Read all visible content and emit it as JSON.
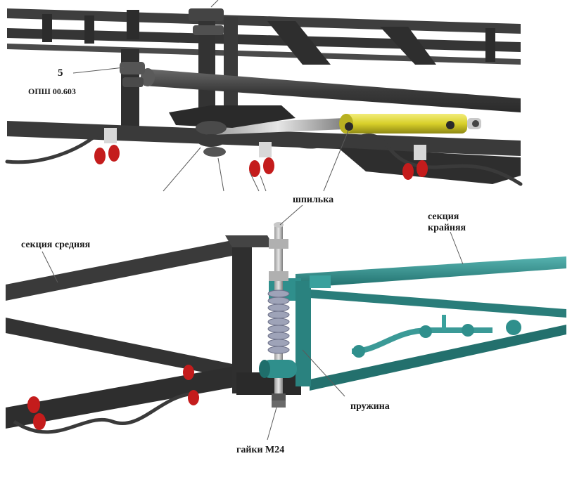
{
  "top_view": {
    "label_number": "5",
    "label_code": "ОПШ 00.603"
  },
  "bottom_view": {
    "label_pin": "шпилька",
    "label_middle": "секция средняя",
    "label_outer_1": "секция",
    "label_outer_2": "крайняя",
    "label_spring": "пружина",
    "label_nuts": "гайки М24"
  },
  "colors": {
    "frame_dark": "#3b3b3b",
    "cylinder_yellow": "#d8d02a",
    "section_teal": "#2f8f8c",
    "nozzle_red": "#c41c1c",
    "spring_grey": "#9ea3b8"
  }
}
